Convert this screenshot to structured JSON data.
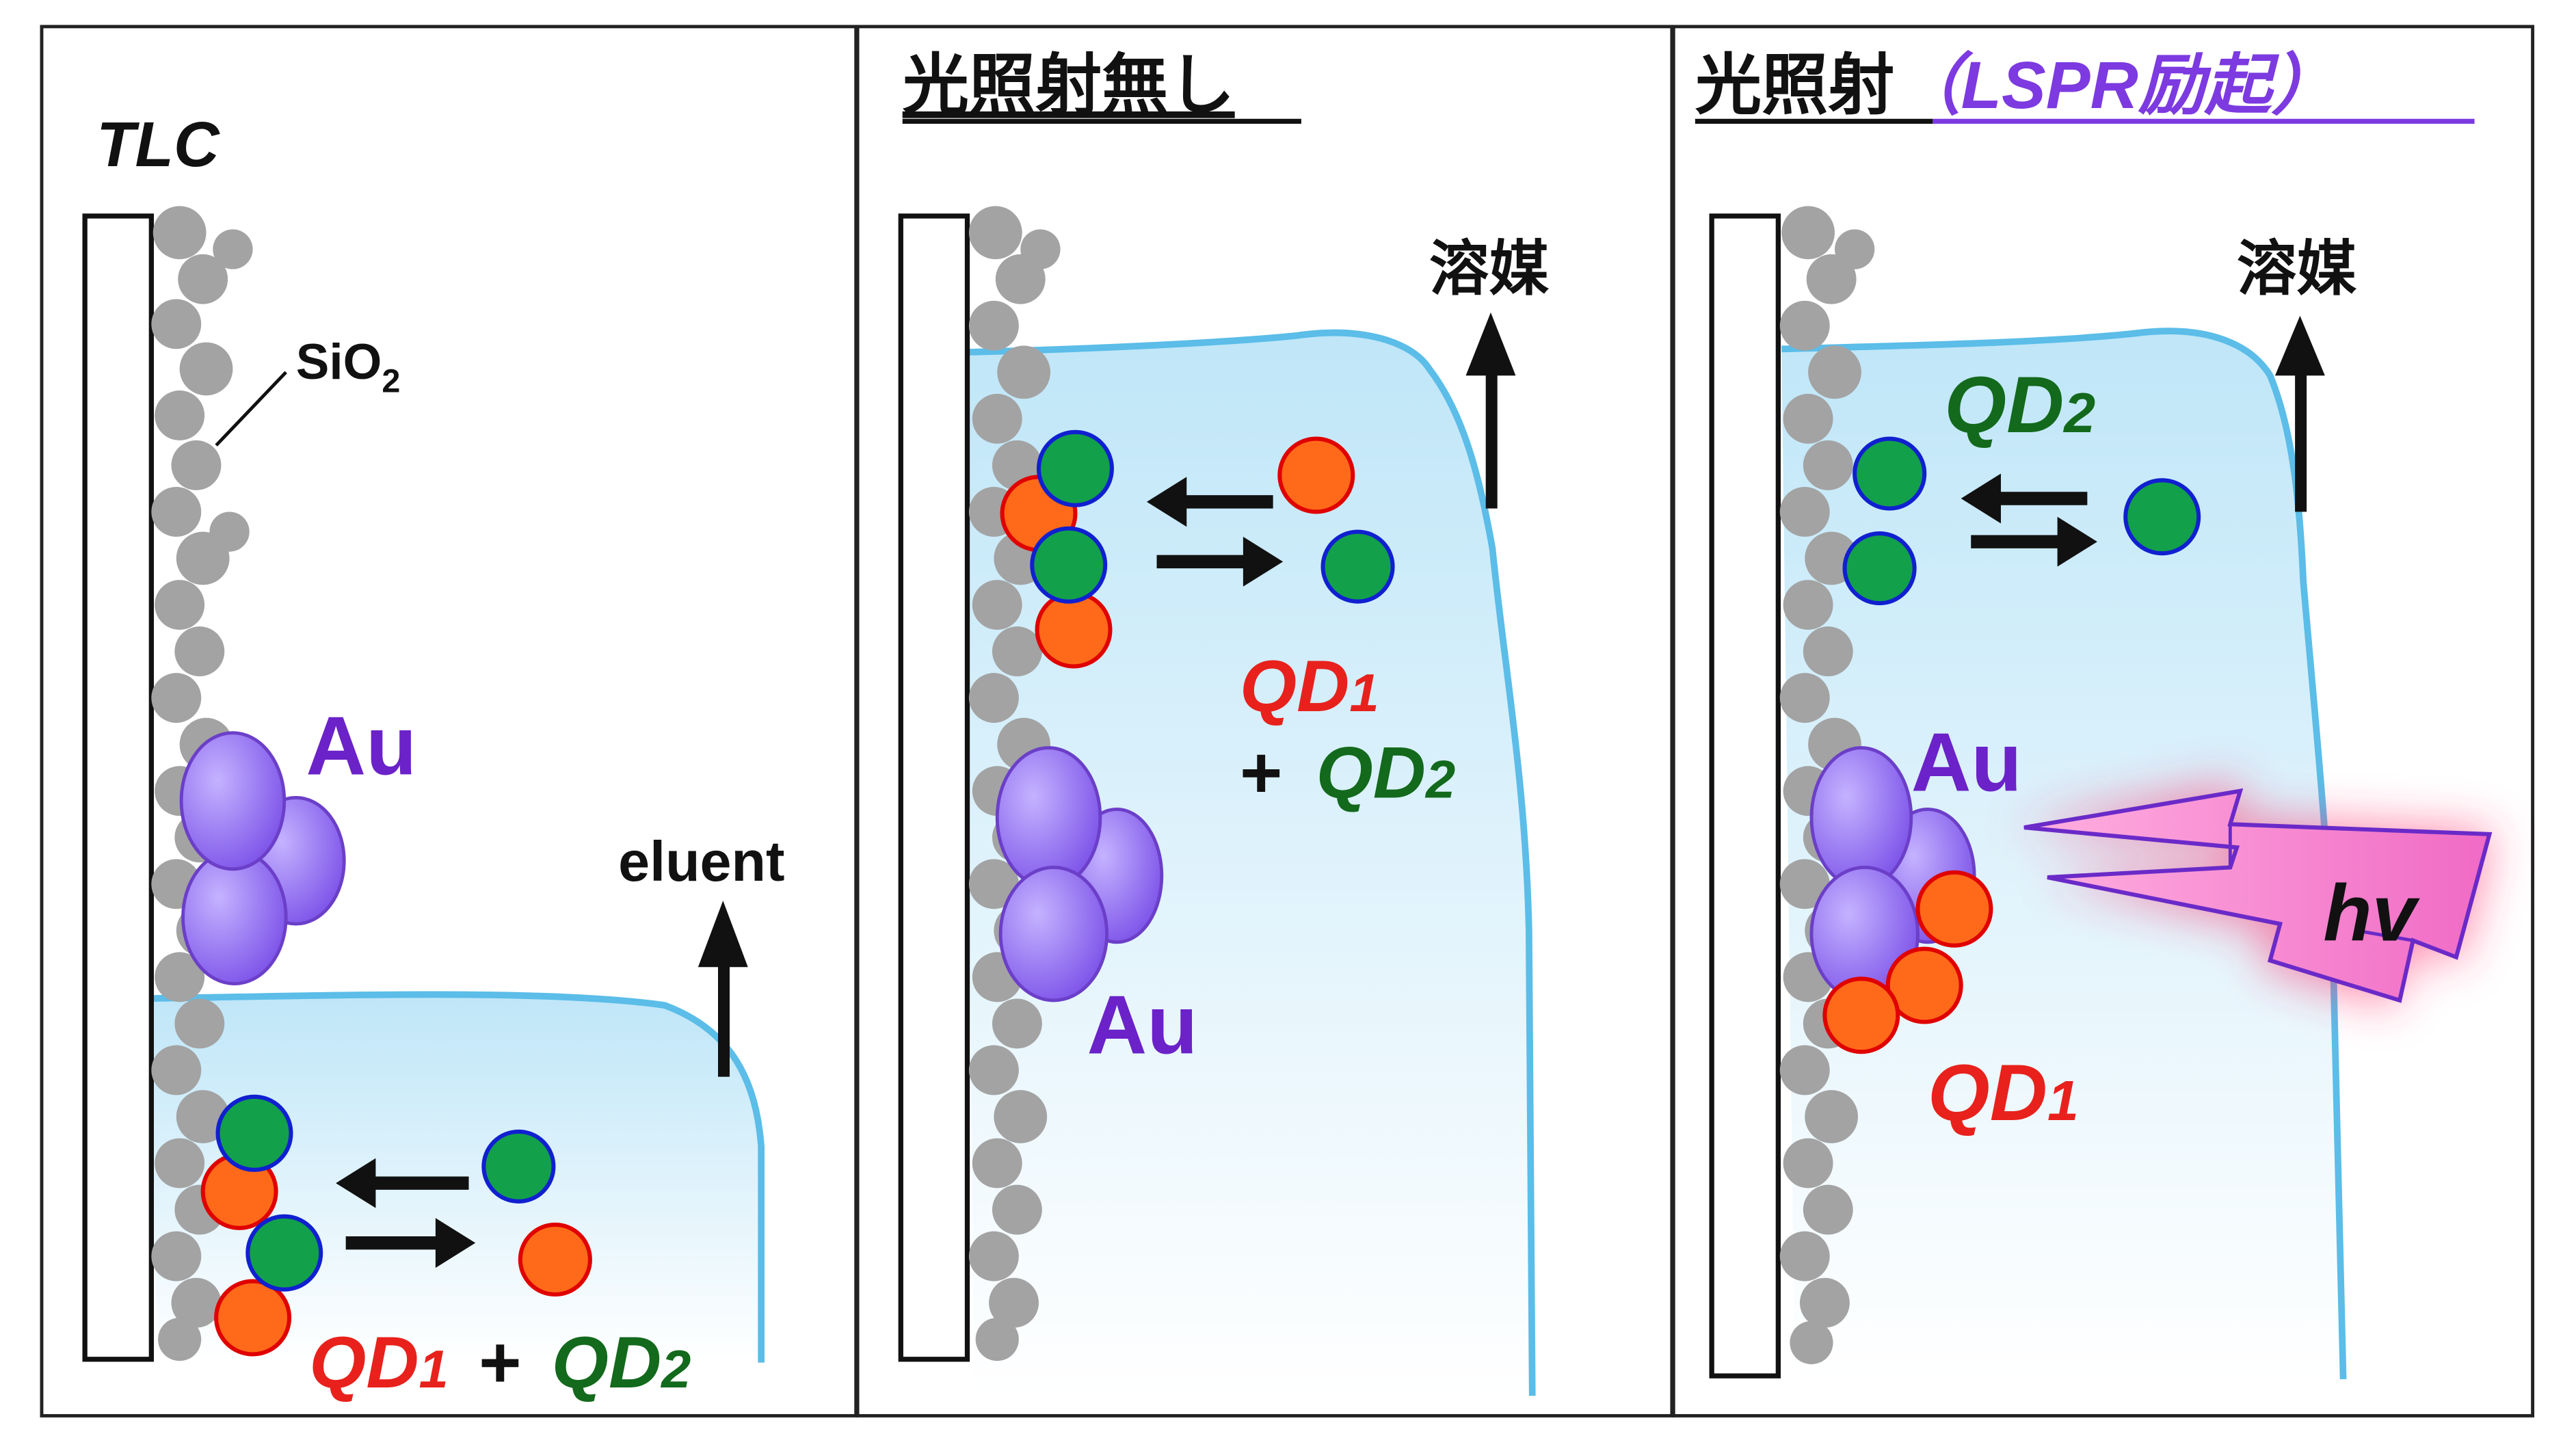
{
  "panels": [
    {
      "title": "TLC",
      "sio2_label": "SiO",
      "sio2_sub": "2",
      "au_label": "Au",
      "arrow_label": "eluent",
      "qd_label_1": "QD",
      "qd_sub_1": "1",
      "plus": "+",
      "qd_label_2": "QD",
      "qd_sub_2": "2"
    },
    {
      "title": "光照射無し",
      "arrow_label": "溶媒",
      "au_label": "Au",
      "qd_label_1": "QD",
      "qd_sub_1": "1",
      "plus": "+",
      "qd_label_2": "QD",
      "qd_sub_2": "2"
    },
    {
      "title_main": "光照射",
      "title_paren": "（LSPR励起）",
      "arrow_label": "溶媒",
      "au_label": "Au",
      "qd_label_2": "QD",
      "qd_sub_2": "2",
      "qd_label_1": "QD",
      "qd_sub_1": "1",
      "light_label": "hv"
    }
  ],
  "colors": {
    "solvent": "#c5e8f8",
    "solvent_edge": "#5bbde8",
    "sio2": "#a3a3a3",
    "au": "#8a6cf0",
    "qd1": "#ff6a1a",
    "qd2": "#13a04a",
    "qd1_text": "#e8211c",
    "qd2_text": "#13691c",
    "au_text": "#6b22c8",
    "lspr_text": "#7c3ae0",
    "light": "#f77fd0"
  }
}
